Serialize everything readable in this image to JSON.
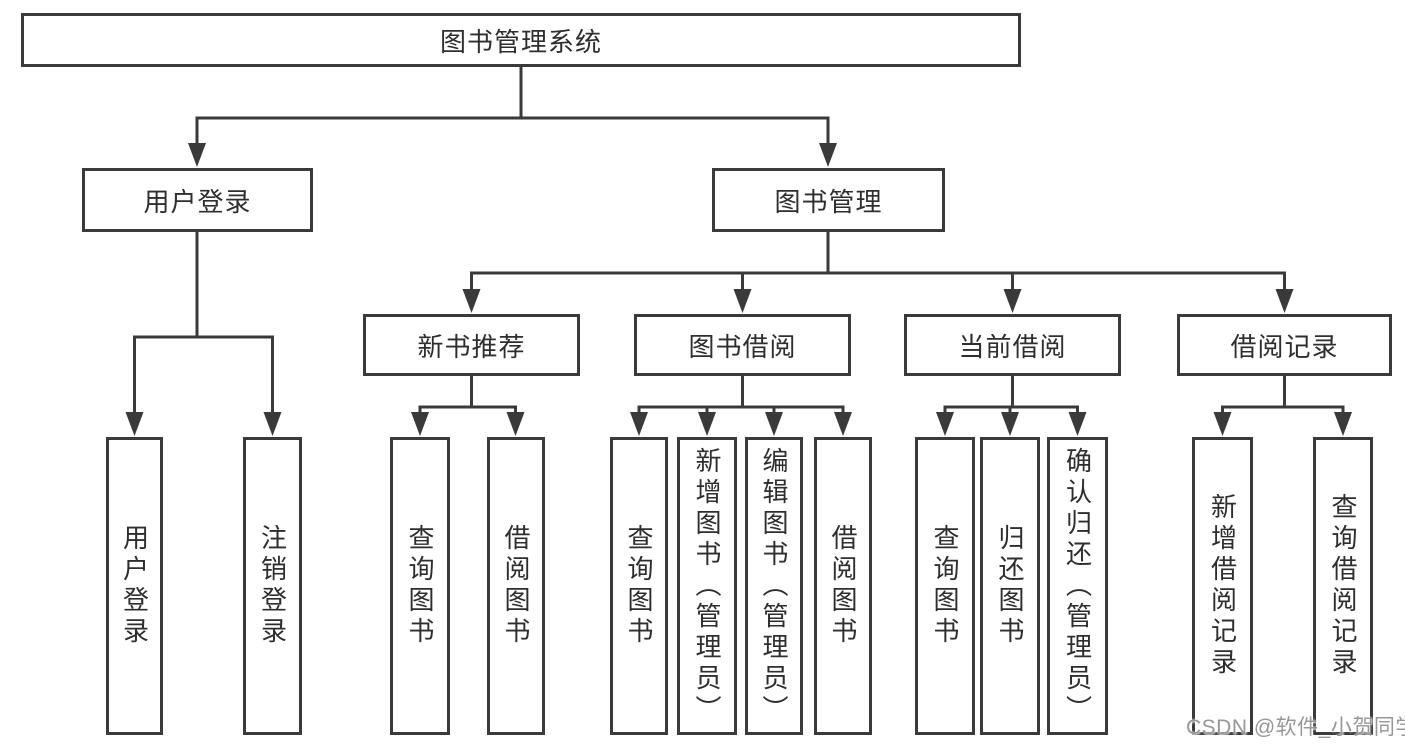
{
  "diagram": {
    "root": "图书管理系统",
    "level2": [
      "用户登录",
      "图书管理"
    ],
    "level3": [
      "新书推荐",
      "图书借阅",
      "当前借阅",
      "借阅记录"
    ],
    "leaves": {
      "user_login": [
        "用户登录",
        "注销登录"
      ],
      "new_books": [
        "查询图书",
        "借阅图书"
      ],
      "book_borrow": [
        "查询图书",
        "新增图书（管理员）",
        "编辑图书（管理员）",
        "借阅图书"
      ],
      "current_borrow": [
        "查询图书",
        "归还图书",
        "确认归还（管理员）"
      ],
      "borrow_records": [
        "新增借阅记录",
        "查询借阅记录"
      ]
    },
    "watermark": "CSDN @软件_小贺同学",
    "colors": {
      "line": "#3a3a3a",
      "text": "#2e2e2e",
      "watermark": "#979797",
      "background": "#ffffff"
    }
  }
}
